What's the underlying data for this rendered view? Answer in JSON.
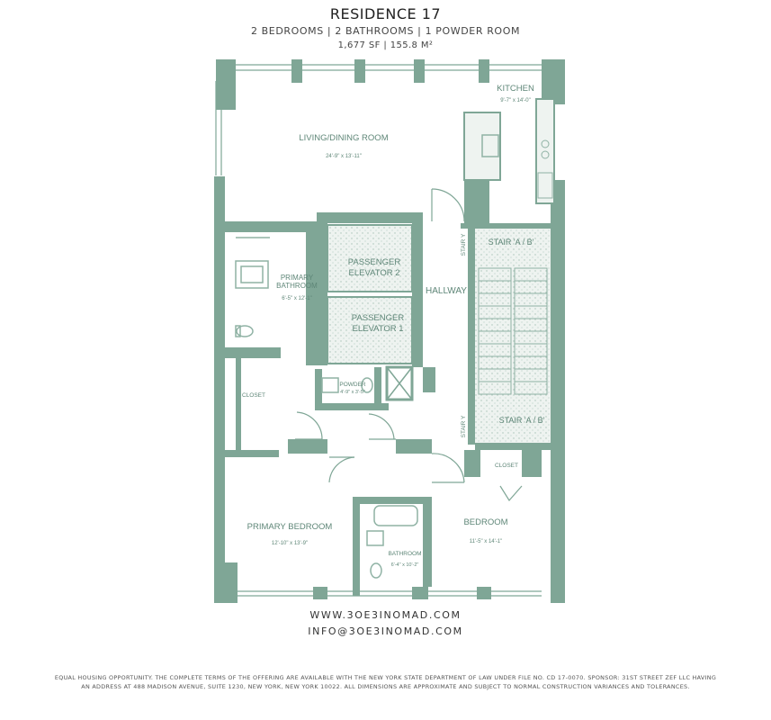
{
  "header": {
    "title": "RESIDENCE 17",
    "subtitle": "2 BEDROOMS | 2 BATHROOMS | 1 POWDER ROOM",
    "area": "1,677 SF | 155.8 M²"
  },
  "rooms": {
    "kitchen": {
      "name": "KITCHEN",
      "dims": "9'-7\" x 14'-0\""
    },
    "living": {
      "name": "LIVING/DINING ROOM",
      "dims": "24'-9\" x 13'-11\""
    },
    "primary_bath": {
      "name_line1": "PRIMARY",
      "name_line2": "BATHROOM",
      "dims": "6'-5\" x 12'-1\""
    },
    "elevator2": {
      "line1": "PASSENGER",
      "line2": "ELEVATOR 2"
    },
    "elevator1": {
      "line1": "PASSENGER",
      "line2": "ELEVATOR 1"
    },
    "hallway": {
      "name": "HALLWAY"
    },
    "stair_top": {
      "name": "STAIR 'A / B'"
    },
    "stair_bottom": {
      "name": "STAIR 'A / B'"
    },
    "stair_label_top": "STAIR Y",
    "stair_label_bottom": "STAIR Y",
    "powder": {
      "name": "POWDER",
      "dims": "4'-9\" x 3'-5\""
    },
    "closet_left": {
      "name": "CLOSET"
    },
    "closet_right": {
      "name": "CLOSET"
    },
    "primary_bedroom": {
      "name": "PRIMARY BEDROOM",
      "dims": "12'-10\" x 13'-9\""
    },
    "bedroom": {
      "name": "BEDROOM",
      "dims": "11'-5\" x 14'-1\""
    },
    "bathroom": {
      "name": "BATHROOM",
      "dims": "6'-4\" x 10'-2\""
    }
  },
  "footer": {
    "website": "WWW.3OE3INOMAD.COM",
    "email": "INFO@3OE3INOMAD.COM",
    "legal": "EQUAL HOUSING OPPORTUNITY. THE COMPLETE TERMS OF THE OFFERING ARE AVAILABLE WITH THE NEW YORK STATE DEPARTMENT OF LAW UNDER FILE NO. CD 17-0070. SPONSOR: 31ST STREET ZEF LLC HAVING AN ADDRESS AT 488 MADISON AVENUE, SUITE 1230, NEW YORK, NEW YORK 10022. ALL DIMENSIONS ARE APPROXIMATE AND SUBJECT TO NORMAL CONSTRUCTION VARIANCES AND TOLERANCES."
  },
  "colors": {
    "wall": "#7fa696",
    "fixture": "#8fb2a4",
    "stipple": "#e6ede9",
    "text": "#5e8677"
  }
}
